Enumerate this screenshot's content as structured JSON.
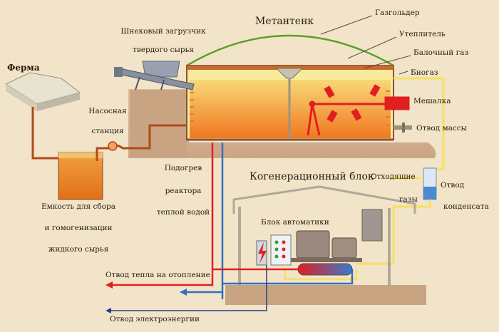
{
  "labels": {
    "farm": "Ферма",
    "screw_loader_line1": "Шнековый загрузчик",
    "screw_loader_line2": "твердого сырья",
    "digester": "Метантенк",
    "gasholder": "Газгольдер",
    "insulation": "Утеплитель",
    "ballast_gas": "Балочный газ",
    "biogas": "Биогаз",
    "mixer": "Мешалка",
    "mass_outlet": "Отвод массы",
    "pump_station_line1": "Насосная",
    "pump_station_line2": "станция",
    "tank_line1": "Емкость для сбора",
    "tank_line2": "и гомогенизации",
    "tank_line3": "жидкого сырья",
    "heating_line1": "Подогрев",
    "heating_line2": "реактора",
    "heating_line3": "теплой водой",
    "cogeneration_unit": "Когенерационный блок",
    "exhaust_line1": "Отходящие",
    "exhaust_line2": "газы",
    "condensate_line1": "Отвод",
    "condensate_line2": "конденсата",
    "automation_block": "Блок автоматики",
    "heat_outlet": "Отвод тепла на отопление",
    "power_outlet": "Отвод электроэнергии"
  },
  "colors": {
    "background": "#f2e4c8",
    "ground": "#d9b99a",
    "slurry": "#f0a030",
    "hot_pipe": "#e02020",
    "cold_pipe": "#3070c0",
    "gas_pipe": "#f5e060",
    "dome": "#5aa02c",
    "insulation": "#e87a30"
  }
}
